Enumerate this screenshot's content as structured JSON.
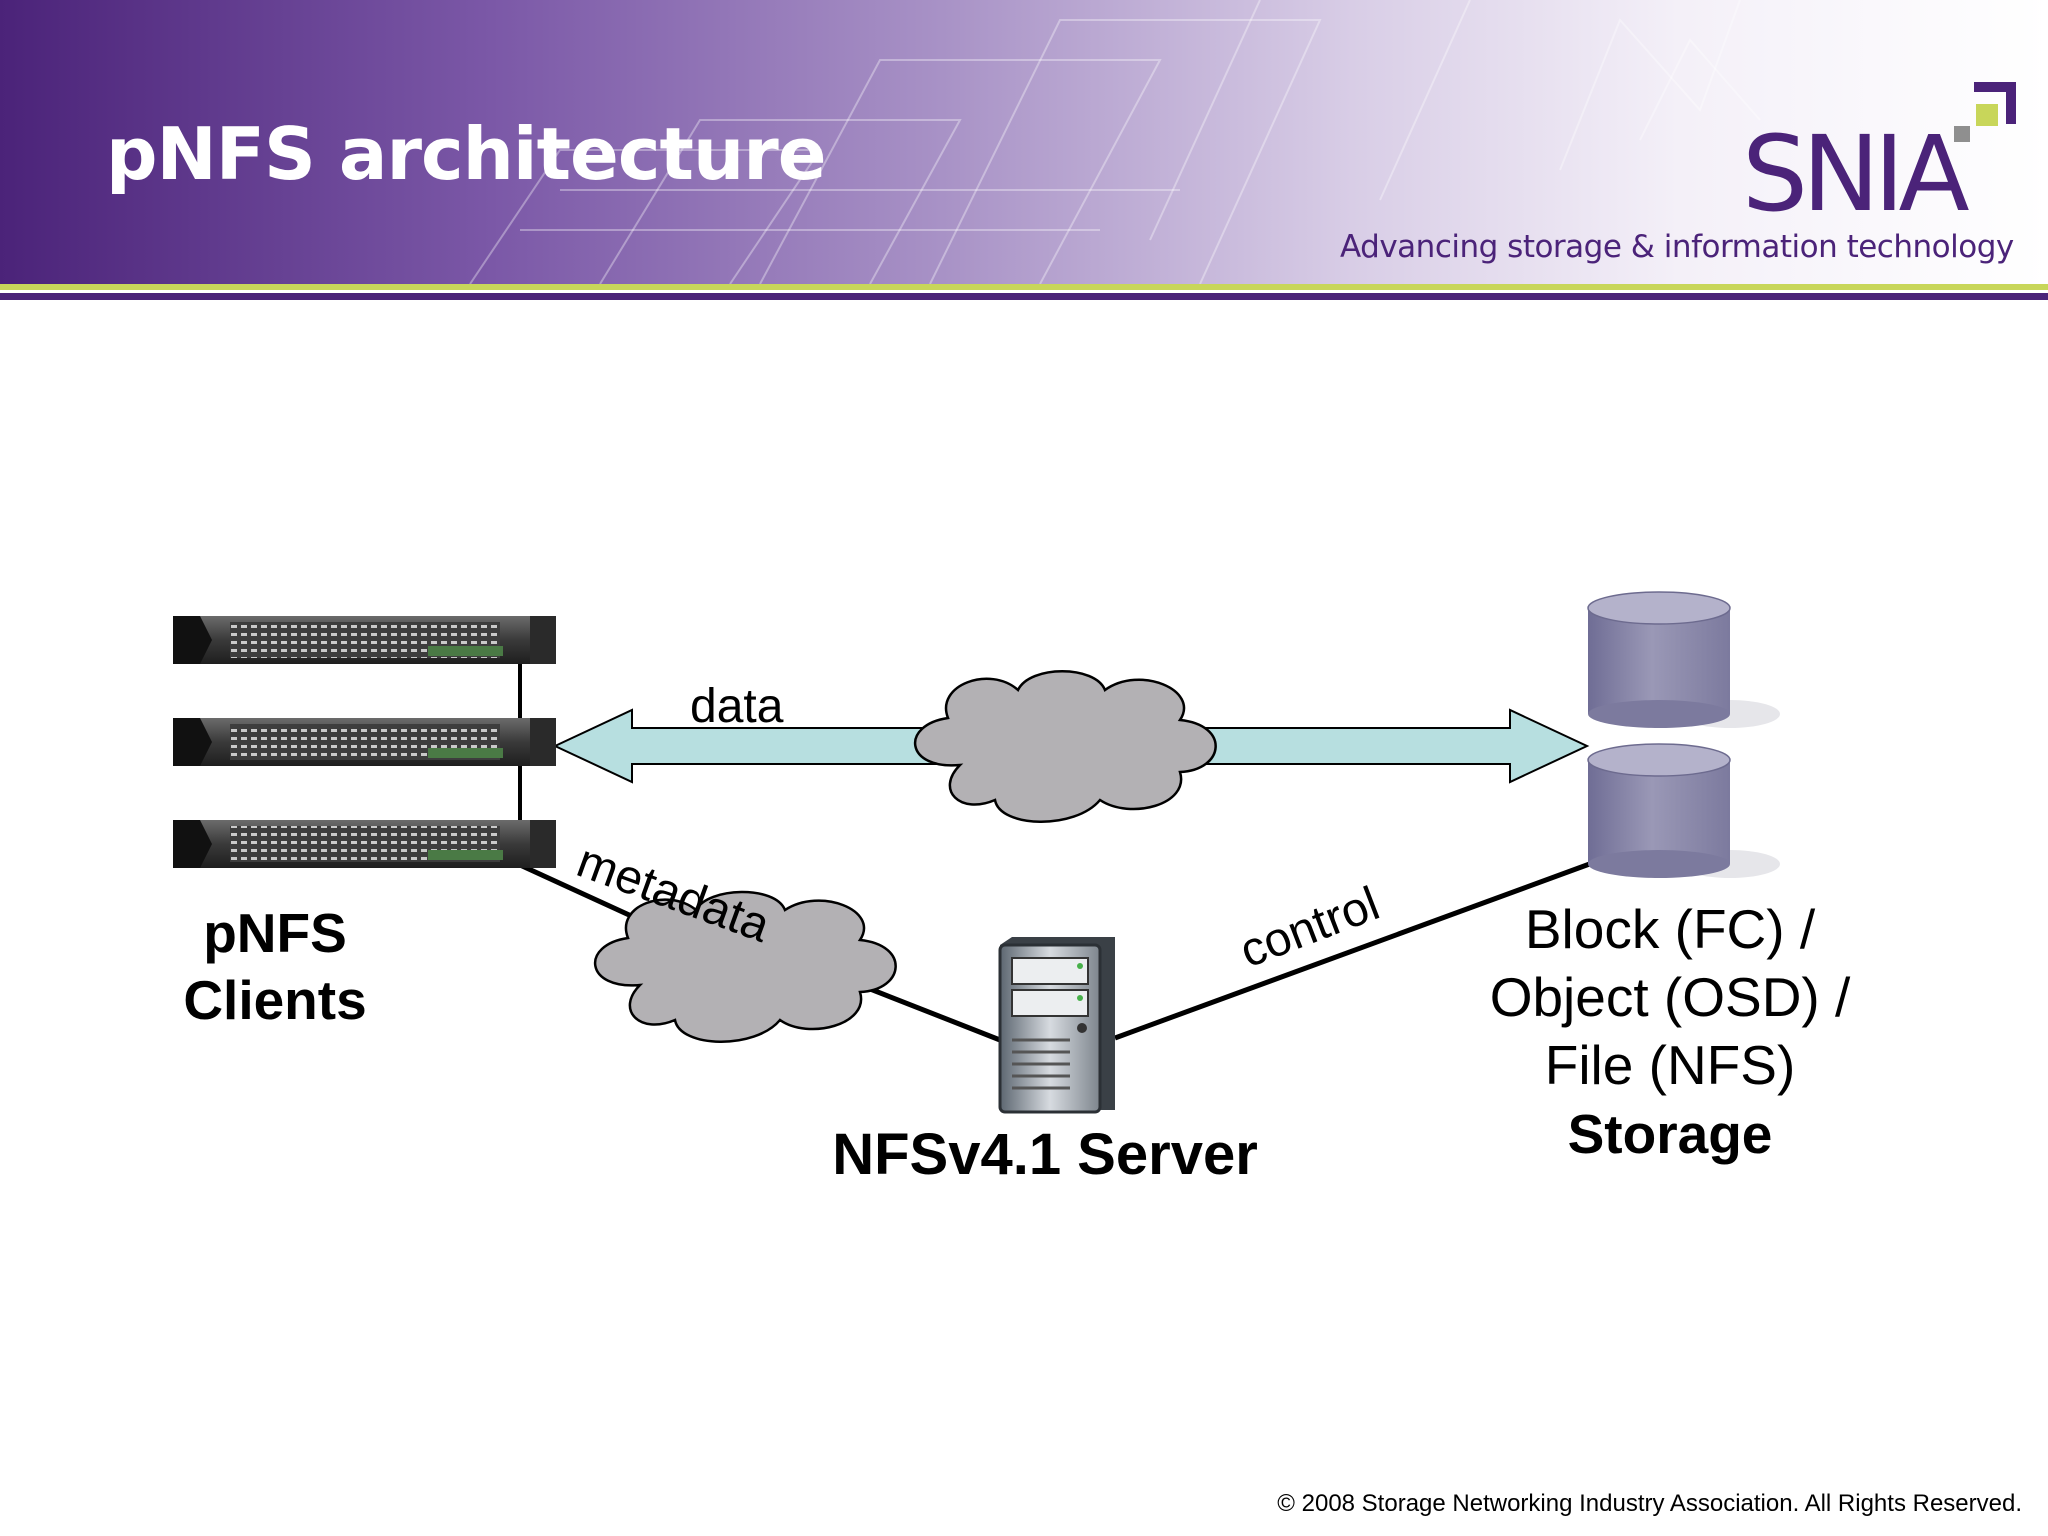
{
  "slide": {
    "title": "pNFS architecture",
    "logo": {
      "name": "SNIA",
      "tagline": "Advancing storage & information technology"
    },
    "footer": "© 2008 Storage Networking Industry Association. All Rights Reserved."
  },
  "diagram": {
    "clients_label": [
      "pNFS",
      "Clients"
    ],
    "server_label": "NFSv4.1 Server",
    "storage_label": [
      "Block (FC) /",
      "Object (OSD) /",
      "File (NFS)"
    ],
    "storage_label_bold": "Storage",
    "edges": {
      "data": "data",
      "metadata": "metadata",
      "control": "control"
    }
  },
  "colors": {
    "brand_purple": "#4b2379",
    "accent_green": "#c8d65a",
    "data_arrow_fill": "#b7dfe0",
    "cloud_fill": "#b3b1b4",
    "disk_fill": "#8d8bab"
  },
  "icons": [
    "rack-server-icon",
    "tower-server-icon",
    "disk-cylinder-icon",
    "network-cloud-icon"
  ]
}
